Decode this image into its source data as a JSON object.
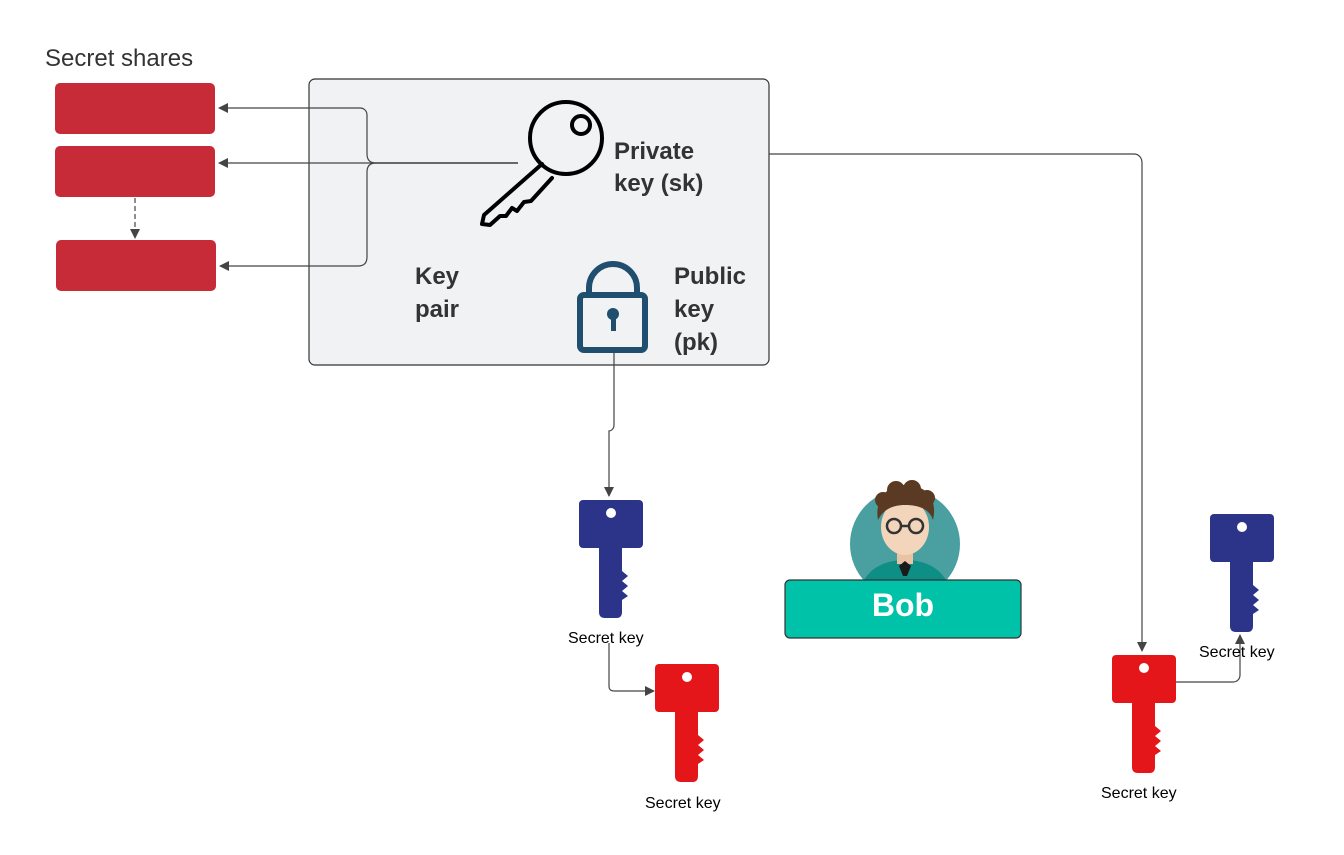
{
  "diagram": {
    "title": "Secret shares",
    "key_pair_label": [
      "Key",
      "pair"
    ],
    "private_key_label": [
      "Private",
      "key (sk)"
    ],
    "public_key_label": [
      "Public",
      "key",
      "(pk)"
    ],
    "person_name": "Bob",
    "secret_key_labels": [
      "Secret key",
      "Secret key",
      "Secret key",
      "Secret key"
    ],
    "share_count": 3
  },
  "colors": {
    "share_red": "#c62b37",
    "key_pair_box": "#f1f2f4",
    "lock_blue": "#1f4e6e",
    "blue_key": "#2b3488",
    "red_key": "#e4161a",
    "bob_teal": "#00c2a8",
    "avatar_teal": "#4a9fa0"
  },
  "icons": [
    "private-key-icon",
    "padlock-icon",
    "blue-key-icon",
    "red-key-icon",
    "person-avatar-icon"
  ]
}
